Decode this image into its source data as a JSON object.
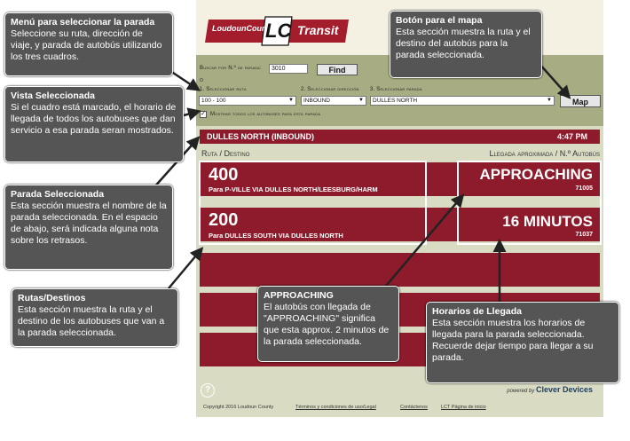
{
  "app": {
    "logo_text": "LoudounCounty",
    "logo_lc": "LC",
    "logo_transit": "Transit",
    "search_label": "Buscar por N.º de parada:",
    "search_value": "3010",
    "find_label": "Find",
    "or_label": "o",
    "step1_label": "1. Seleccionar ruta",
    "step2_label": "2. Seleccionar dirección",
    "step3_label": "3. Seleccionar parada",
    "route_value": "100 - 100",
    "direction_value": "INBOUND",
    "stop_value": "DULLES NORTH",
    "map_label": "Map",
    "show_all_label": "Mostrar todos los autobuses para esta parada",
    "stop_header": "DULLES NORTH (INBOUND)",
    "stop_time": "4:47 PM",
    "col_route": "Ruta / Destino",
    "col_arrival": "Llegada aproximada / N.º Autobús",
    "rows": [
      {
        "route": "400",
        "dest": "Para P-VILLE VIA DULLES NORTH/LEESBURG/HARM",
        "eta": "APPROACHING",
        "bus": "71005"
      },
      {
        "route": "200",
        "dest": "Para DULLES SOUTH VIA DULLES NORTH",
        "eta": "16 MINUTOS",
        "bus": "71037"
      }
    ],
    "help_icon": "?",
    "powered_by": "powered by",
    "clever": "Clever Devices",
    "footer": {
      "copyright": "Copyright 2016 Loudoun County",
      "terms": "Términos y condiciones de uso/Legal",
      "contact": "Contáctenos",
      "home": "LCT Página de inicio"
    }
  },
  "callouts": {
    "menu": {
      "title": "Menú para seleccionar la parada",
      "body": "Seleccione su ruta, dirección de viaje, y parada de autobús utilizando los tres cuadros."
    },
    "vista": {
      "title": "Vista Seleccionada",
      "body": "Si el cuadro está marcado, el horario de llegada de todos los autobuses que dan servicio a esa parada seran mostrados."
    },
    "parada": {
      "title": "Parada Seleccionada",
      "body": "Esta sección muestra el nombre de la parada seleccionada.  En el espacio de abajo, será indicada alguna nota sobre los retrasos."
    },
    "rutas": {
      "title": "Rutas/Destinos",
      "body": "Esta sección muestra la ruta y el destino de los autobuses que van a la parada seleccionada."
    },
    "mapa": {
      "title": "Botón para el mapa",
      "body": "Esta sección muestra la ruta y el destino del autobús para la parada seleccionada."
    },
    "approaching": {
      "title": "APPROACHING",
      "body": "El autobús con llegada de \"APPROACHING\" significa que esta approx. 2 minutos de la parada seleccionada."
    },
    "horarios": {
      "title": "Horarios de Llegada",
      "body": "Esta sección muestra los horarios de llegada para la parada seleccionada. Recuerde dejar tiempo para llegar a su parada."
    }
  }
}
